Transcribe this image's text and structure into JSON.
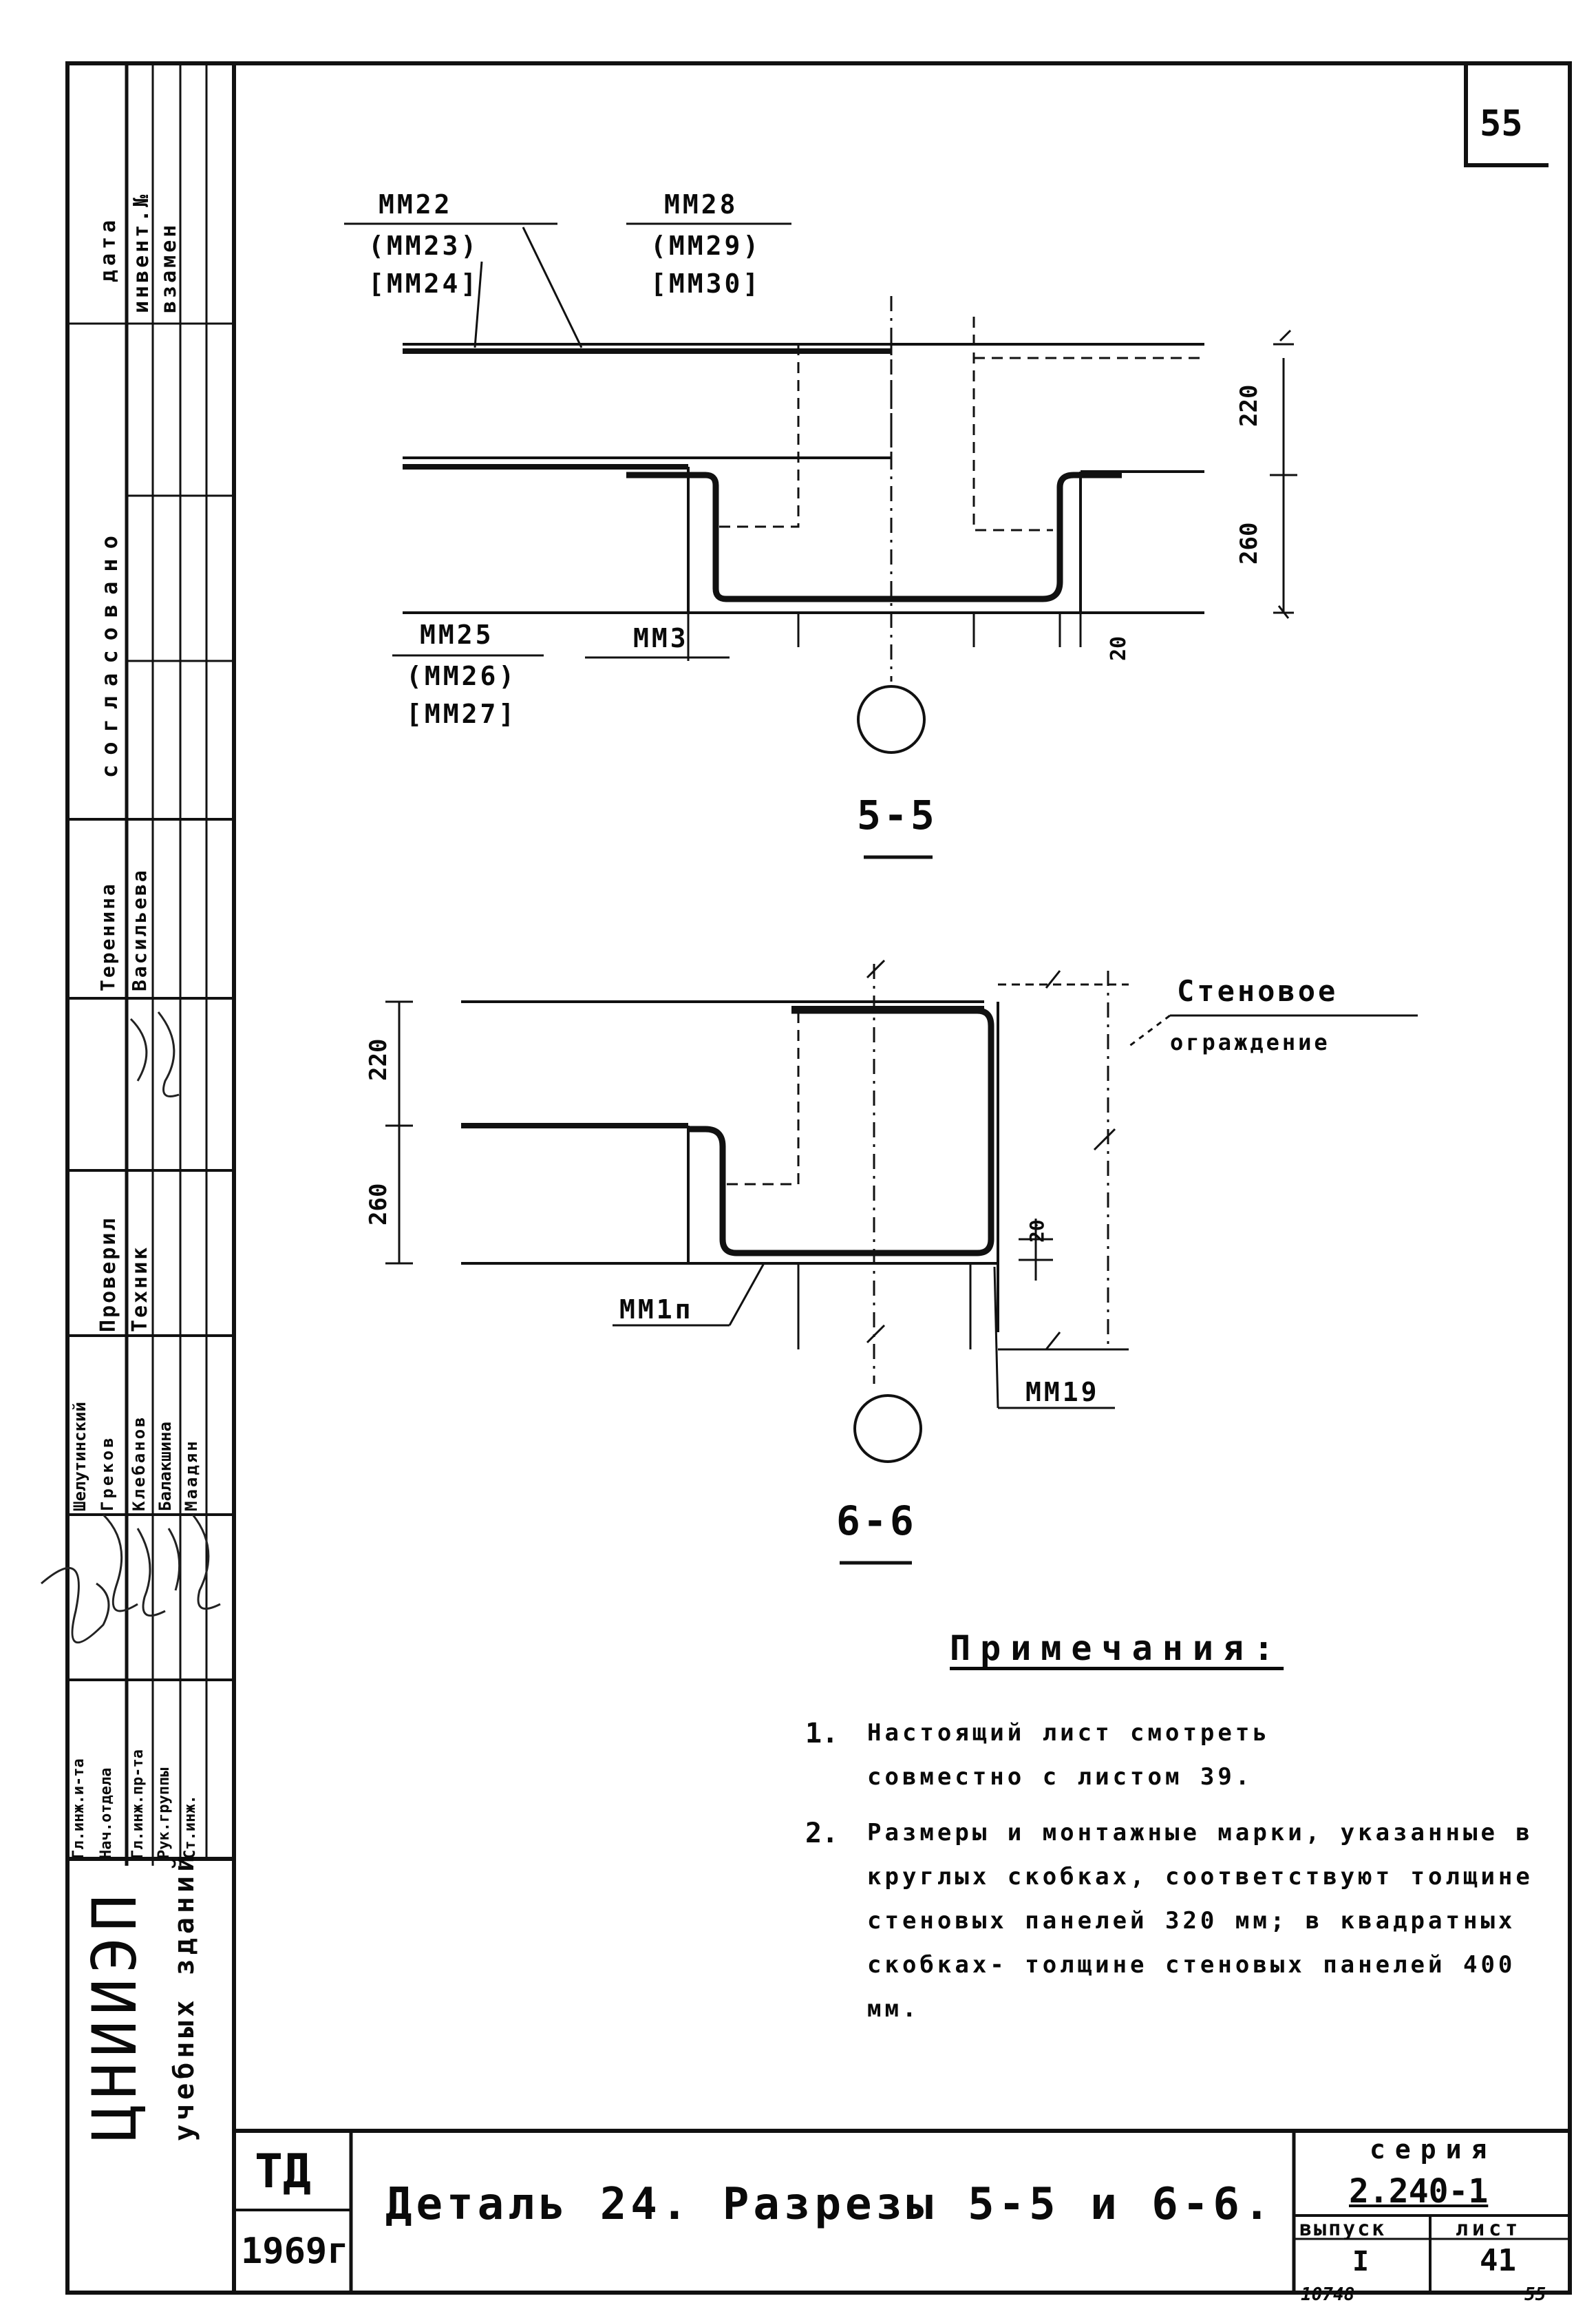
{
  "sheet_number": "55",
  "bottom_corner_number": "55",
  "bottom_stamp": "10748",
  "section_5_5": {
    "top_left_marks": [
      "ММ22",
      "(ММ23)",
      "[ММ24]"
    ],
    "top_mid_marks": [
      "ММ28",
      "(ММ29)",
      "[ММ30]"
    ],
    "bottom_left_marks": [
      "ММ25",
      "(ММ26)",
      "[ММ27]"
    ],
    "bottom_mid_mark": "ММ3",
    "dim_upper": "220",
    "dim_lower": "260",
    "dim_small": "20",
    "title": "5-5"
  },
  "section_6_6": {
    "dim_upper": "220",
    "dim_lower": "260",
    "dim_small": "20",
    "wall_label_line1": "Стеновое",
    "wall_label_line2": "ограждение",
    "mark_left": "ММ1п",
    "mark_right": "ММ19",
    "title": "6-6"
  },
  "notes": {
    "heading": "Примечания:",
    "items": [
      {
        "num": "1.",
        "text": "Настоящий лист смотреть совместно с листом 39."
      },
      {
        "num": "2.",
        "text": "Размеры и монтажные марки, указанные в круглых скобках, соответствуют толщине стеновых панелей 320 мм; в квадратных скобках- толщине стеновых панелей 400 мм."
      }
    ]
  },
  "title_block": {
    "td": "ТД",
    "year": "1969г",
    "drawing_title": "Деталь 24. Разрезы 5-5 и 6-6.",
    "series_label": "серия",
    "series_value": "2.240-1",
    "issue_label": "выпуск",
    "issue_value": "I",
    "sheet_label": "лист",
    "sheet_value": "41"
  },
  "side_stamp": {
    "org_name": "ЦНИИЭП",
    "org_sub": "учебных зданий",
    "header_cells": [
      "дата",
      "инвент.№",
      "взамен"
    ],
    "agreed": "согласовано",
    "roles": [
      "Гл.инж.и-та",
      "Нач.отдела",
      "Гл.инж.пр-та",
      "Рук.группы",
      "Ст.инж."
    ],
    "names": [
      "Шелутинский",
      "Греков",
      "Клебанов",
      "Балакшина",
      "Маадян"
    ],
    "checked_label": "Проверил",
    "checked_name": "Техник",
    "other_names": [
      "Теренина",
      "Васильева"
    ]
  }
}
